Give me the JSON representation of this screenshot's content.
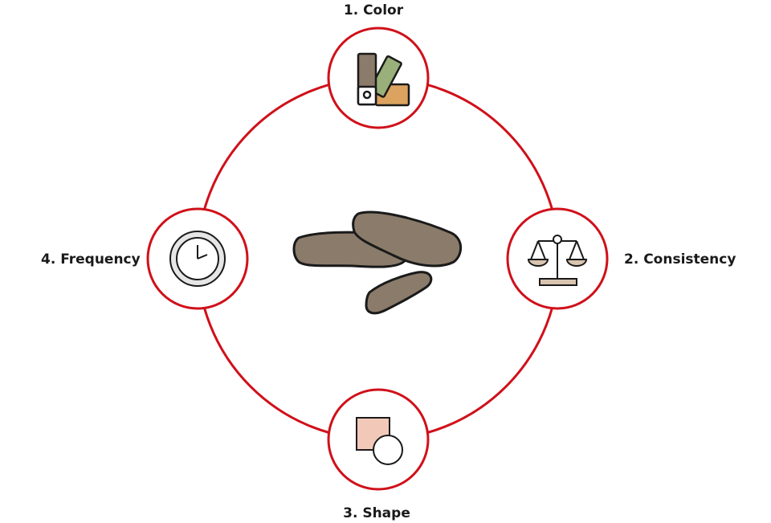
{
  "colors": {
    "ring": "#d0101a",
    "outline": "#1a1a1a",
    "stool": "#8a7b6a",
    "swatch_brown": "#8a7b6a",
    "swatch_green": "#9ab07a",
    "swatch_orange": "#dba35f",
    "scale_pan": "#d9c4b0",
    "shape_square": "#f2c9b8"
  },
  "nodes": [
    {
      "id": "color",
      "label": "1. Color",
      "icon": "color-swatch-icon"
    },
    {
      "id": "consistency",
      "label": "2. Consistency",
      "icon": "balance-scale-icon"
    },
    {
      "id": "shape",
      "label": "3. Shape",
      "icon": "square-circle-shape-icon"
    },
    {
      "id": "frequency",
      "label": "4. Frequency",
      "icon": "clock-icon"
    }
  ],
  "center": {
    "icon": "stool-illustration"
  }
}
